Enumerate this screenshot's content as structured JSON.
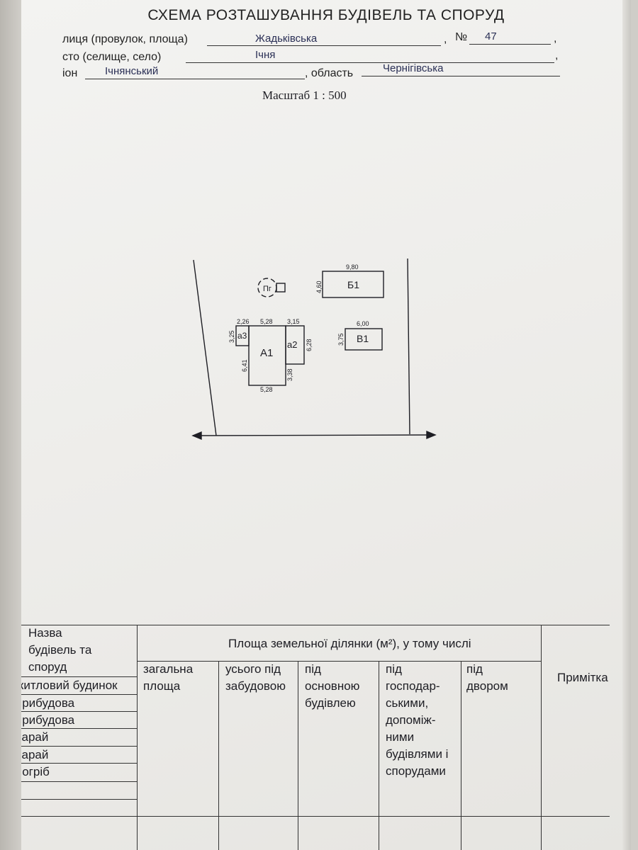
{
  "title": "СХЕМА РОЗТАШУВАННЯ БУДІВЕЛЬ ТА СПОРУД",
  "address": {
    "street_label": "лиця (провулок, площа)",
    "street_value": "Жадьківська",
    "number_label": "№",
    "number_value": "47",
    "city_label": "сто (селище, село)",
    "city_value": "Ічня",
    "district_label": "іон",
    "district_value": "Ічнянський",
    "region_label": ", область",
    "region_value": "Чернігівська"
  },
  "scale": "Масштаб  1 : 500",
  "plan": {
    "pg_label": "Пг",
    "b1": {
      "label": "Б1",
      "width": "9,80",
      "height": "4,60"
    },
    "v1": {
      "label": "В1",
      "width": "6,00",
      "height": "3,75"
    },
    "a1": {
      "label": "А1",
      "top": "5,28",
      "left": "6,41",
      "bottom": "5,28"
    },
    "a2": {
      "label": "а2",
      "top": "3,15",
      "right": "6,28",
      "bottom": "3,38"
    },
    "a3": {
      "label": "а3",
      "top": "2,26",
      "left": "3,25"
    }
  },
  "table": {
    "col_name_header": [
      "Назва",
      "будівель та",
      "споруд"
    ],
    "area_header": "Площа земельної ділянки (м²), у тому числі",
    "subheaders": {
      "total": [
        "загальна",
        "площа"
      ],
      "built": [
        "усього під",
        "забудовою"
      ],
      "main": [
        "під",
        "основною",
        "будівлею"
      ],
      "aux": [
        "під",
        "господар-",
        "ськими,",
        "допоміж-",
        "ними",
        "будівлями і",
        "спорудами"
      ],
      "yard": [
        "під",
        "двором"
      ]
    },
    "note_header": "Примітка",
    "rows": [
      "житловий будинок",
      "прибудова",
      "прибудова",
      "сарай",
      "сарай",
      "погріб"
    ]
  }
}
